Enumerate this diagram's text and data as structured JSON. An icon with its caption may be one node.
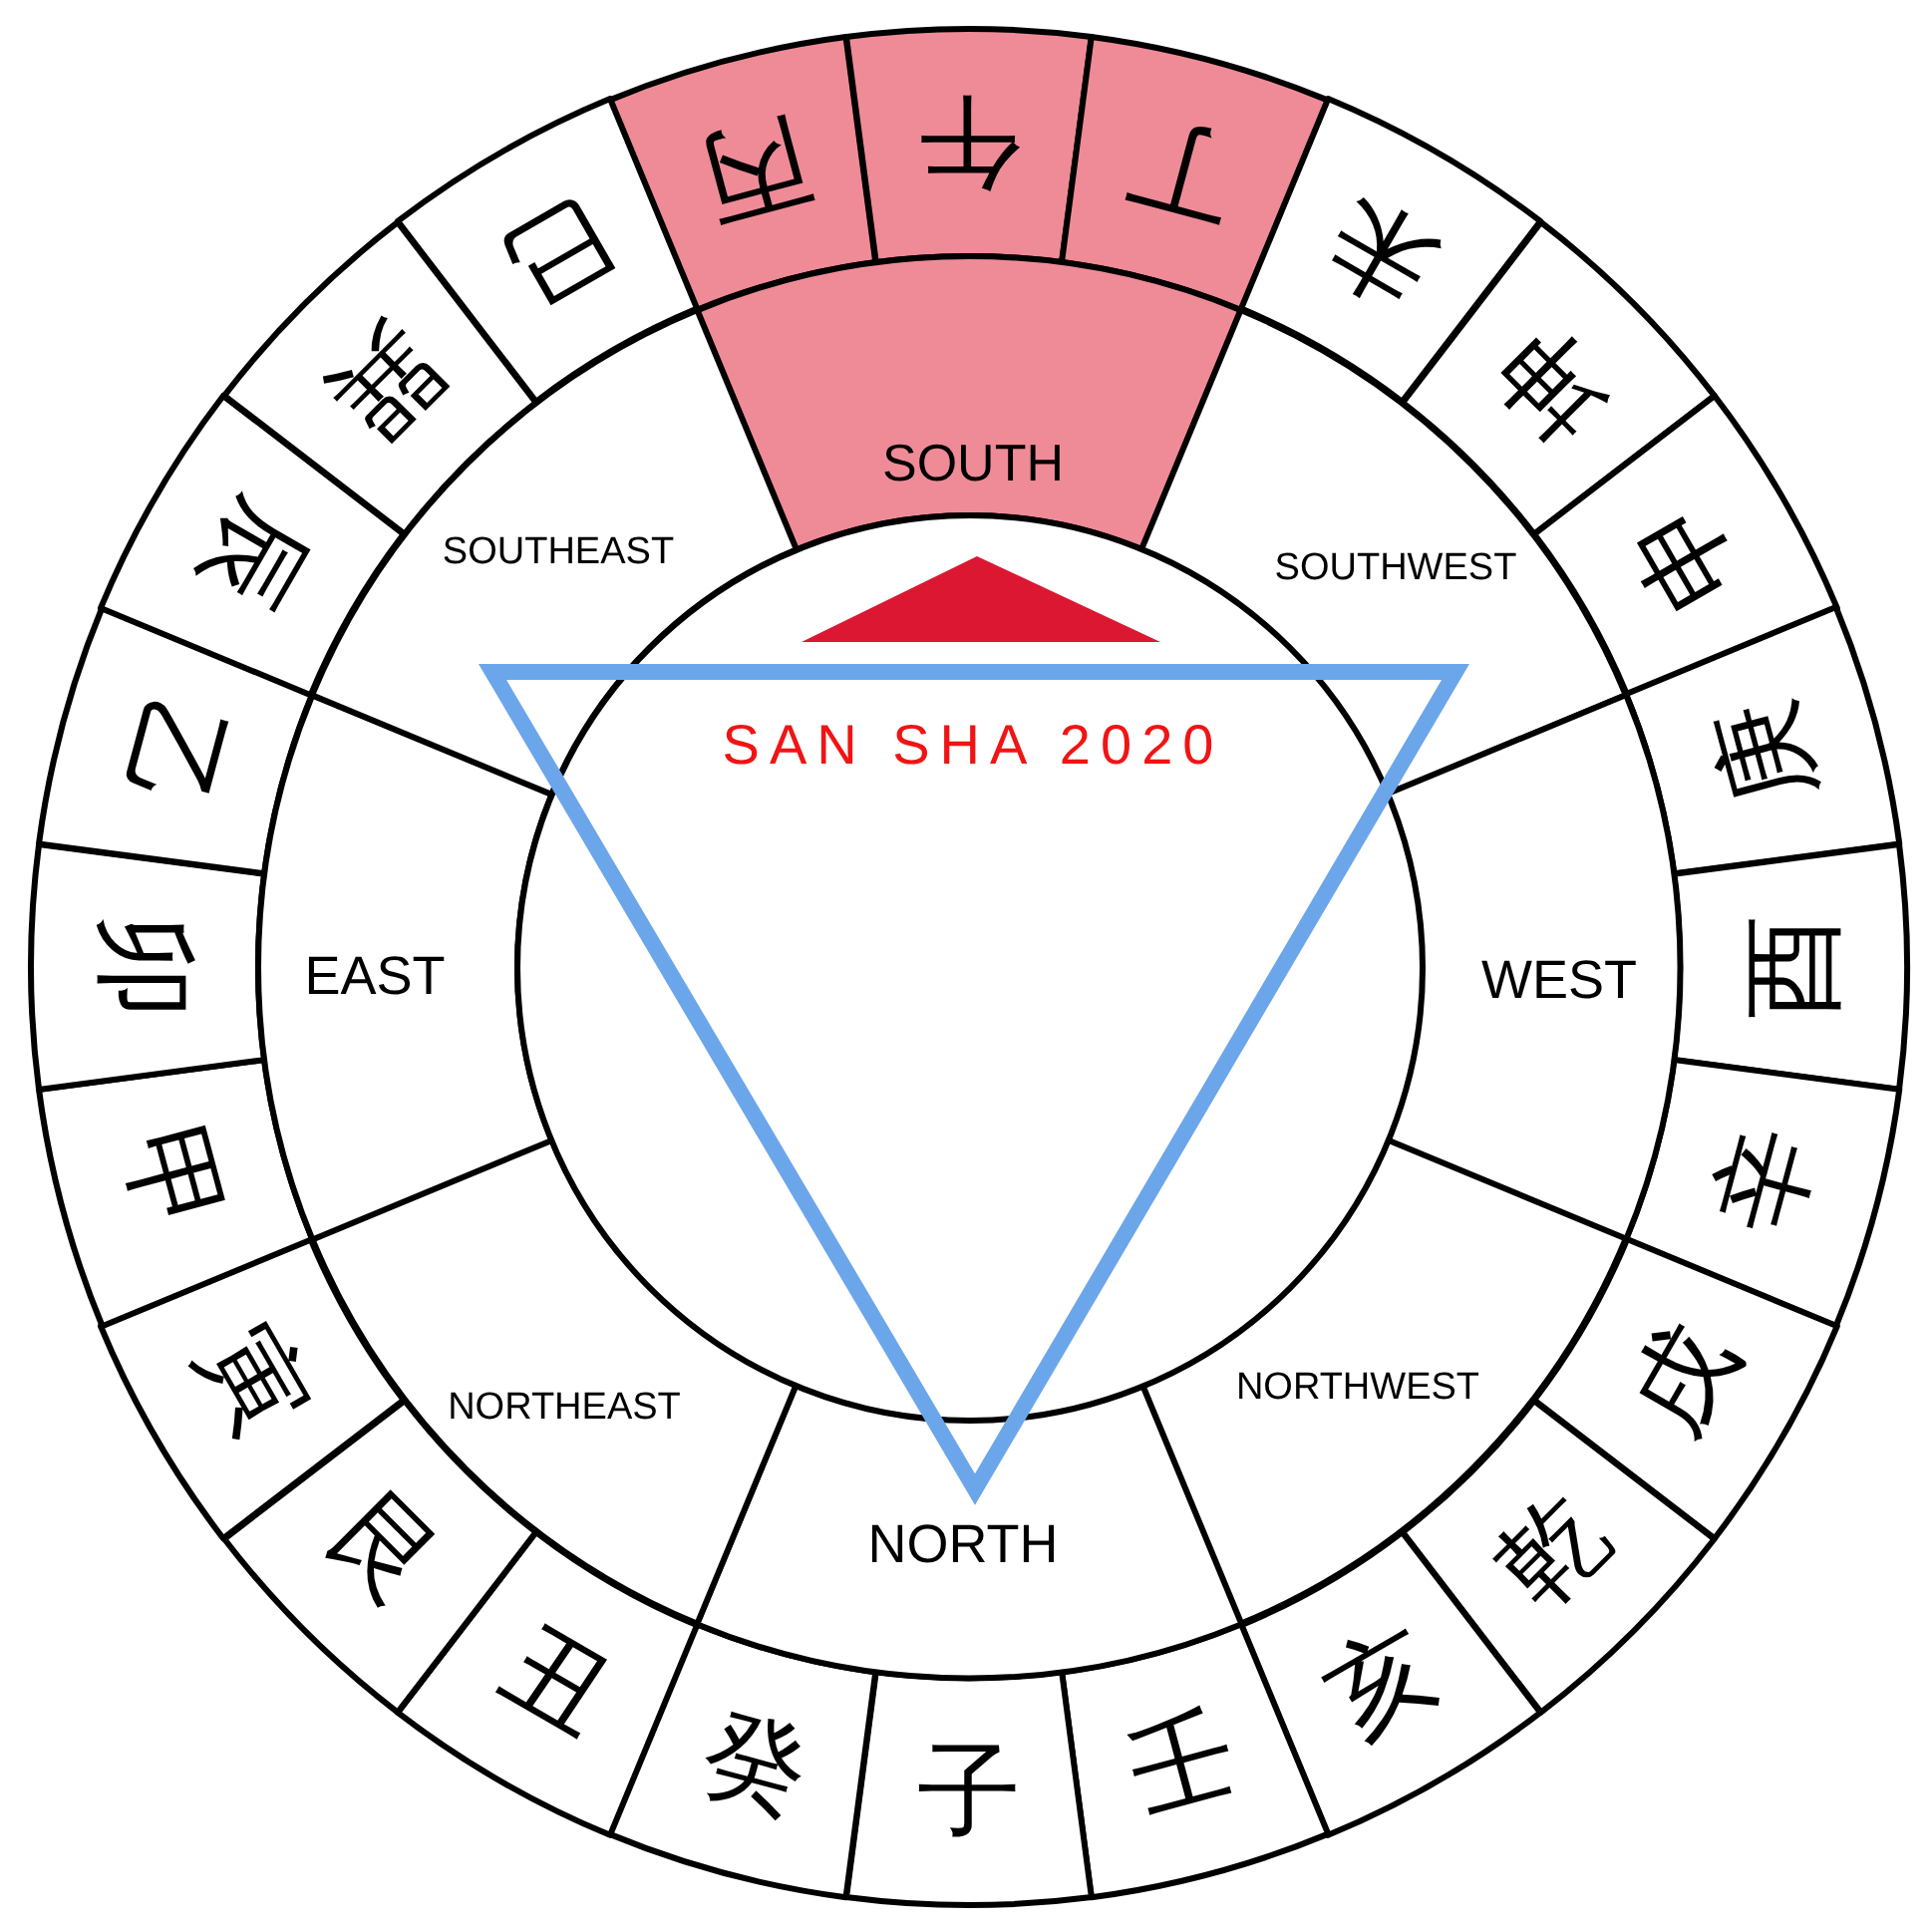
{
  "diagram": {
    "nodes": [
      {
        "text": [
          "丙"
        ]
      },
      {
        "text": [
          "午"
        ]
      },
      {
        "text": [
          "丁"
        ]
      },
      {
        "text": [
          "未"
        ]
      },
      {
        "text": [
          "坤"
        ]
      },
      {
        "text": [
          "申"
        ]
      },
      {
        "text": [
          "庚"
        ]
      },
      {
        "text": [
          "酉"
        ]
      },
      {
        "text": [
          "辛"
        ]
      },
      {
        "text": [
          "戌"
        ]
      },
      {
        "text": [
          "乾"
        ]
      },
      {
        "text": [
          "亥"
        ]
      },
      {
        "text": [
          "壬"
        ]
      },
      {
        "text": [
          "子"
        ]
      },
      {
        "text": [
          "癸"
        ]
      },
      {
        "text": [
          "丑"
        ]
      },
      {
        "text": [
          "艮"
        ]
      },
      {
        "text": [
          "寅"
        ]
      },
      {
        "text": [
          "甲"
        ]
      },
      {
        "text": [
          "卯"
        ]
      },
      {
        "text": [
          "乙"
        ]
      },
      {
        "text": [
          "辰"
        ]
      },
      {
        "text": [
          "巽"
        ]
      },
      {
        "text": [
          "巳"
        ]
      },
      {
        "text": [
          "SOUTH"
        ]
      },
      {
        "text": [
          "SOUTHWEST"
        ]
      },
      {
        "text": [
          "WEST"
        ]
      },
      {
        "text": [
          "NORTHWEST"
        ]
      },
      {
        "text": [
          "NORTH"
        ]
      },
      {
        "text": [
          "NORTHEAST"
        ]
      },
      {
        "text": [
          "EAST"
        ]
      },
      {
        "text": [
          "SOUTHEAST"
        ]
      },
      {
        "text": [
          "SAN SHA 2020"
        ]
      }
    ]
  }
}
